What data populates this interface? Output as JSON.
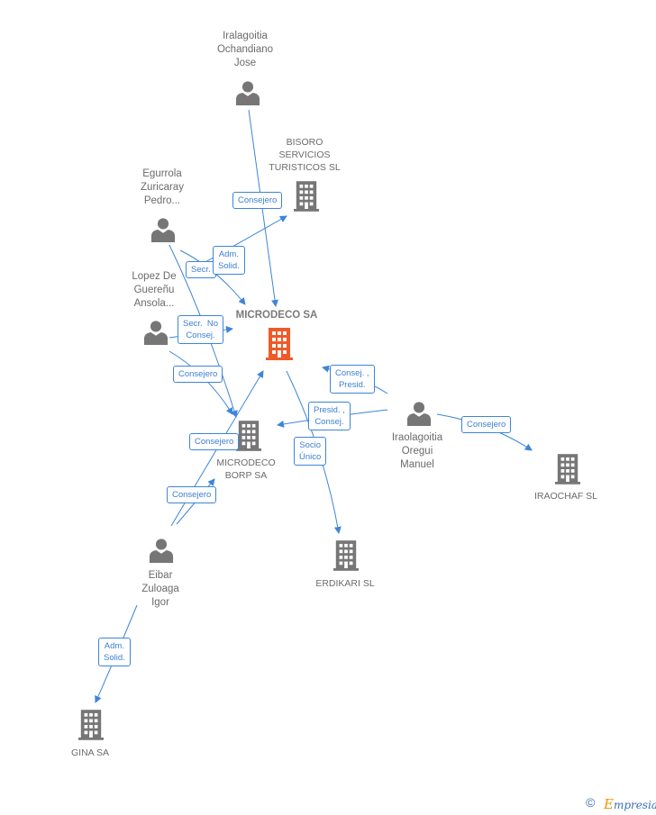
{
  "nodes": {
    "iralagoitia": "Iralagoitia\nOchandiano\nJose",
    "bisoro": "BISORO\nSERVICIOS\nTURISTICOS SL",
    "egurrola": "Egurrola\nZuricaray\nPedro...",
    "lopez": "Lopez De\nGuereñu\nAnsola...",
    "microdeco_sa": "MICRODECO SA",
    "microdeco_borp": "MICRODECO\nBORP SA",
    "iraolagoitia": "Iraolagoitia\nOregui\nManuel",
    "iraochaf": "IRAOCHAF SL",
    "erdikari": "ERDIKARI SL",
    "eibar": "Eibar\nZuloaga\nIgor",
    "gina": "GINA SA"
  },
  "edges": {
    "e1": "Consejero",
    "e2": "Adm.\nSolid.",
    "e3": "Secr.",
    "e4": "Secr.  No\nConsej.",
    "e5": "Consejero",
    "e6": "Consej. ,\nPresid.",
    "e7": "Presid. ,\nConsej.",
    "e8": "Consejero",
    "e9": "Socio\nÚnico",
    "e10": "Consejero",
    "e11": "Consejero",
    "e12": "Adm.\nSolid."
  },
  "footer": {
    "copyright": "©",
    "brand_initial": "E",
    "brand_rest": "mpresia"
  },
  "colors": {
    "edge": "#3d85d8",
    "node": "#767676",
    "main": "#f05a28"
  }
}
